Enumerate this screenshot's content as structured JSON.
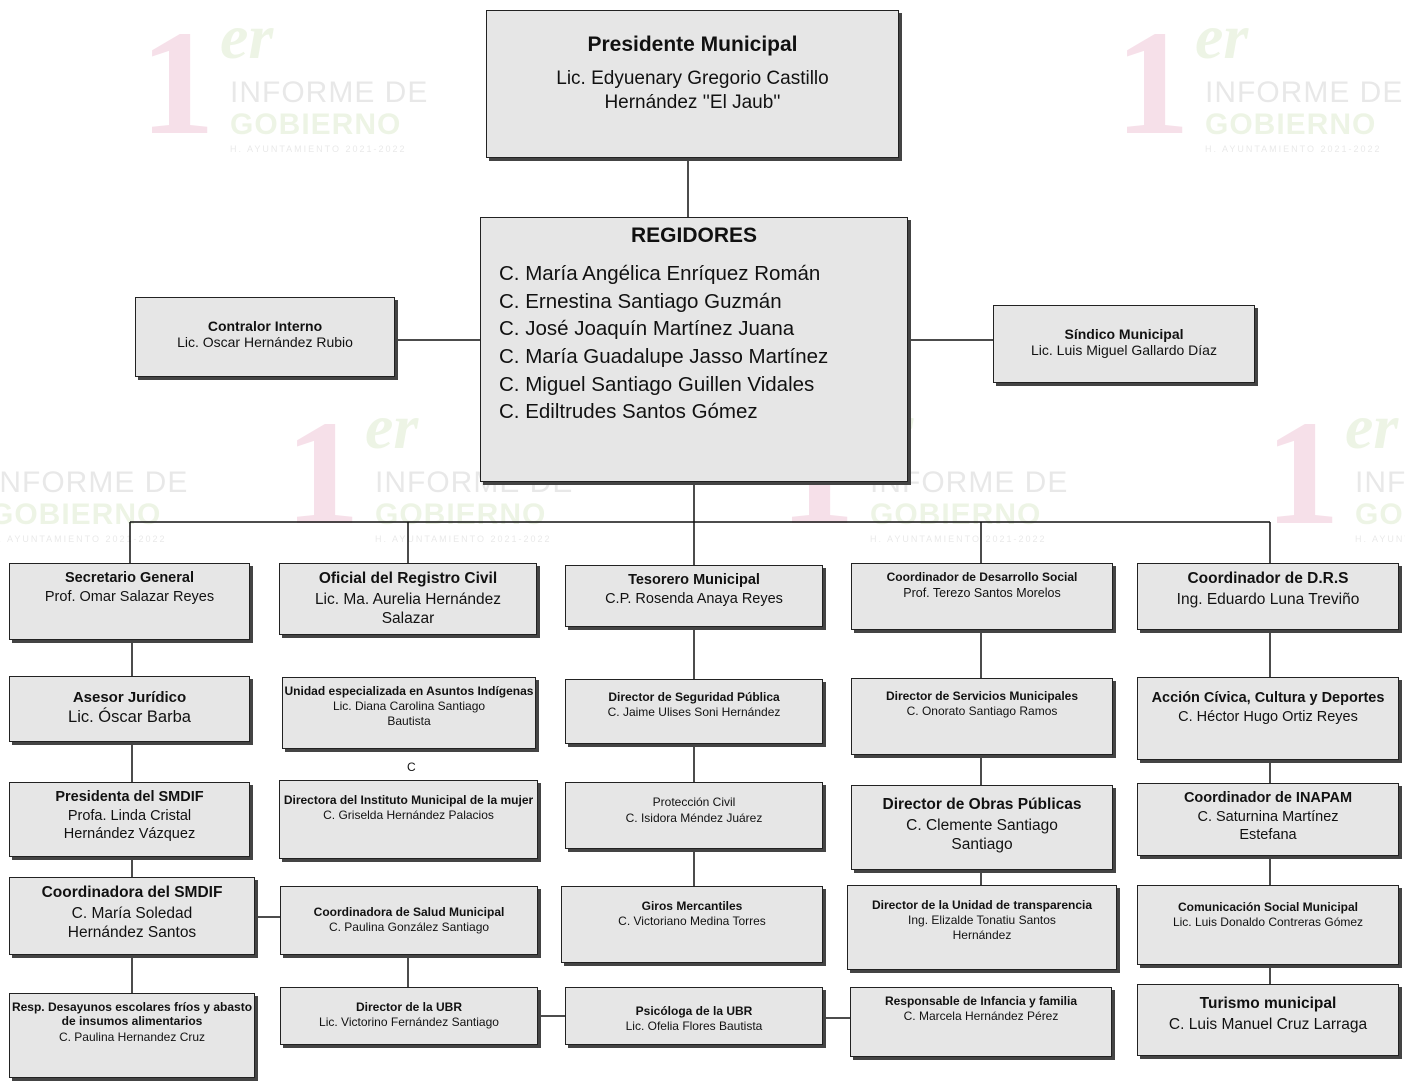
{
  "watermark": {
    "number": "1",
    "ordinal": "er",
    "line1": "INFORME DE",
    "line2": "GOBIERNO",
    "line3": "H. AYUNTAMIENTO 2021-2022"
  },
  "chart": {
    "presidente": {
      "title": "Presidente Municipal",
      "name": "Lic. Edyuenary Gregorio Castillo\nHernández ''El Jaub''"
    },
    "regidores": {
      "title": "REGIDORES",
      "names": "C. María Angélica Enríquez Román\nC. Ernestina Santiago Guzmán\nC. José Joaquín Martínez Juana\nC. María Guadalupe Jasso Martínez\nC. Miguel Santiago Guillen Vidales\nC. Ediltrudes Santos Gómez"
    },
    "contralor": {
      "title": "Contralor Interno",
      "name": "Lic. Oscar Hernández Rubio"
    },
    "sindico": {
      "title": "Síndico Municipal",
      "name": "Lic. Luis Miguel Gallardo Díaz"
    },
    "secretario": {
      "title": "Secretario General",
      "name": "Prof. Omar Salazar Reyes"
    },
    "registro_civil": {
      "title": "Oficial del Registro Civil",
      "name": "Lic.  Ma. Aurelia Hernández\nSalazar"
    },
    "tesorero": {
      "title": "Tesorero Municipal",
      "name": "C.P. Rosenda Anaya Reyes"
    },
    "desarrollo_social": {
      "title": "Coordinador de Desarrollo Social",
      "name": "Prof. Terezo Santos Morelos"
    },
    "drs": {
      "title": "Coordinador de D.R.S",
      "name": "Ing. Eduardo Luna Treviño"
    },
    "asesor": {
      "title": "Asesor Jurídico",
      "name": "Lic. Óscar Barba"
    },
    "asuntos_indigenas": {
      "title": "Unidad especializada en\nAsuntos Indígenas",
      "name": "Lic. Diana Carolina Santiago\nBautista"
    },
    "seguridad": {
      "title": "Director de Seguridad Pública",
      "name": "C. Jaime Ulises Soni Hernández"
    },
    "servicios": {
      "title": "Director de Servicios\nMunicipales",
      "name": "C. Onorato Santiago Ramos"
    },
    "accion_civica": {
      "title": "Acción Cívica, Cultura y\nDeportes",
      "name": "C. Héctor Hugo Ortiz Reyes"
    },
    "presidenta_smdif": {
      "title": "Presidenta del SMDIF",
      "name": "Profa. Linda Cristal\nHernández Vázquez"
    },
    "mujer": {
      "title": "Directora del Instituto Municipal\nde la mujer",
      "name": "C. Griselda Hernández Palacios"
    },
    "proteccion_civil": {
      "title": "Protección Civil",
      "name": "C. Isidora Méndez Juárez"
    },
    "obras": {
      "title": "Director de Obras Públicas",
      "name": "C. Clemente Santiago\nSantiago"
    },
    "inapam": {
      "title": "Coordinador de INAPAM",
      "name": "C. Saturnina Martínez\nEstefana"
    },
    "coordinadora_smdif": {
      "title": "Coordinadora del SMDIF",
      "name": "C. María Soledad\nHernández Santos"
    },
    "salud": {
      "title": "Coordinadora de Salud Municipal",
      "name": "C. Paulina González Santiago"
    },
    "giros": {
      "title": "Giros Mercantiles",
      "name": "C. Victoriano Medina Torres"
    },
    "transparencia": {
      "title": "Director de la Unidad de\ntransparencia",
      "name": "Ing. Elizalde Tonatiu Santos\nHernández"
    },
    "comunicacion": {
      "title": "Comunicación Social Municipal",
      "name": "Lic. Luis Donaldo Contreras Gómez"
    },
    "desayunos": {
      "title": "Resp. Desayunos escolares\nfríos y abasto de insumos\nalimentarios",
      "name": "C. Paulina Hernandez Cruz"
    },
    "ubr": {
      "title": "Director  de la UBR",
      "name": "Lic. Victorino Fernández Santiago"
    },
    "psicologa": {
      "title": "Psicóloga de la UBR",
      "name": "Lic. Ofelia Flores Bautista"
    },
    "infancia": {
      "title": "Responsable de Infancia y\nfamilia",
      "name": "C. Marcela Hernández Pérez"
    },
    "turismo": {
      "title": "Turismo municipal",
      "name": "C. Luis Manuel Cruz Larraga"
    },
    "stray_letter": "C"
  }
}
